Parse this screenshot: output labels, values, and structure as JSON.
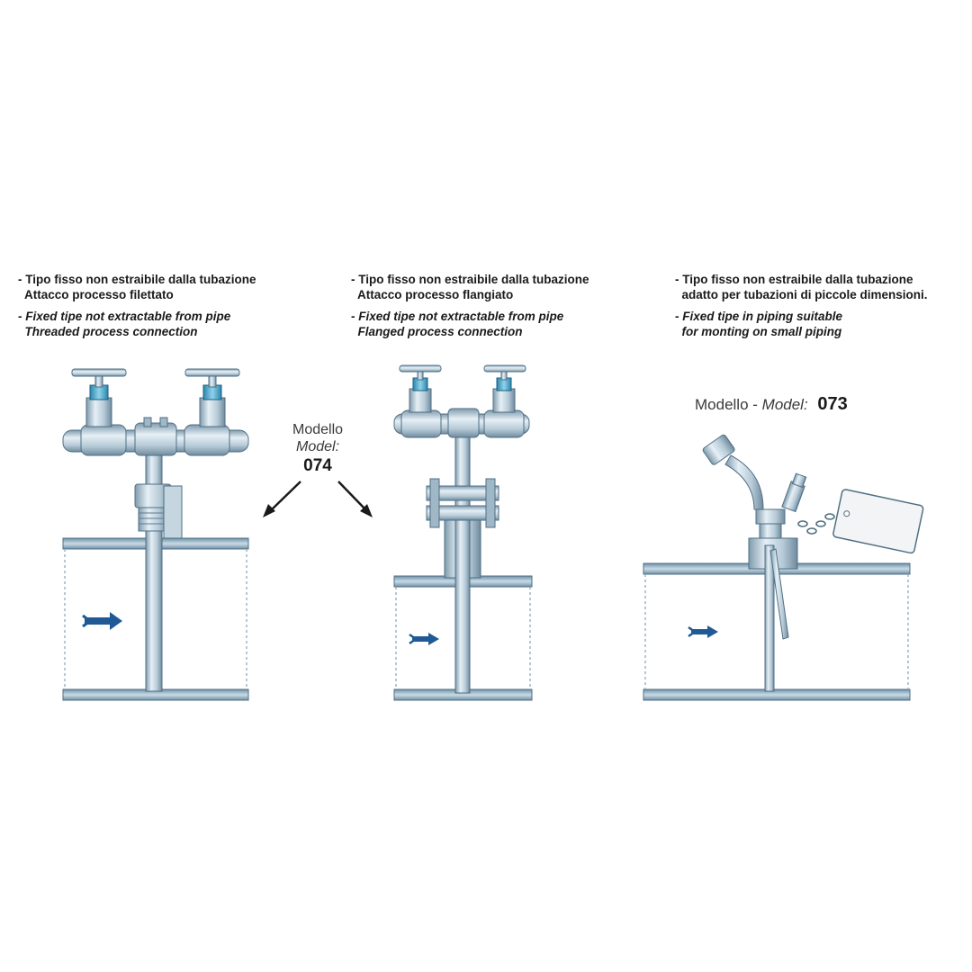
{
  "captions": [
    {
      "it_line1": "- Tipo fisso non estraibile dalla tubazione",
      "it_line2": "  Attacco processo filettato",
      "en_line1": "- Fixed tipe not extractable from pipe",
      "en_line2": "  Threaded process connection"
    },
    {
      "it_line1": "- Tipo fisso non estraibile dalla tubazione",
      "it_line2": "  Attacco processo flangiato",
      "en_line1": "- Fixed tipe not extractable from pipe",
      "en_line2": "  Flanged process connection"
    },
    {
      "it_line1": "- Tipo fisso non estraibile dalla tubazione",
      "it_line2": "  adatto per tubazioni di piccole dimensioni.",
      "en_line1": "- Fixed tipe in piping suitable",
      "en_line2": "  for monting on small piping"
    }
  ],
  "model_074": {
    "modello": "Modello",
    "model": "Model:",
    "number": "074"
  },
  "model_073": {
    "modello": "Modello -",
    "model": "Model:",
    "number": "073"
  },
  "colors": {
    "steel": "#b9ccd8",
    "steel_dark": "#5f7c90",
    "steel_light": "#e3edf3",
    "pipe_wall": "#8fb0c5",
    "flow_arrow": "#1f5a96",
    "valve_accent": "#3fa3c6"
  },
  "icons": [
    "flow-arrow-icon",
    "pointer-arrow-icon"
  ]
}
